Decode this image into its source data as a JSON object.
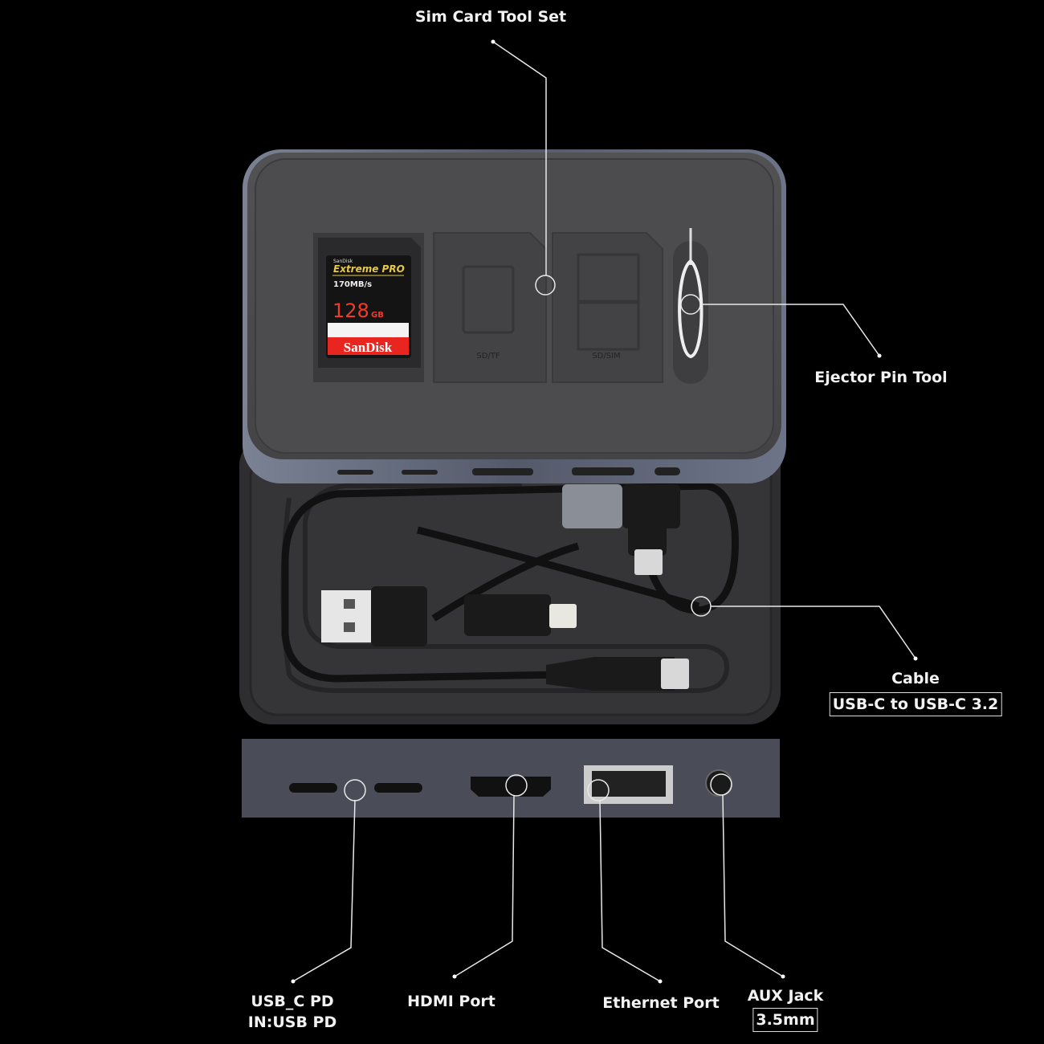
{
  "callouts": {
    "sim_tool": {
      "label": "Sim Card Tool Set"
    },
    "ejector": {
      "label": "Ejector Pin Tool"
    },
    "cable": {
      "label": "Cable",
      "spec": "USB-C to USB-C 3.2"
    },
    "usbc": {
      "line1": "USB_C PD",
      "line2": "IN:USB PD"
    },
    "hdmi": {
      "label": "HDMI Port"
    },
    "ethernet": {
      "label": "Ethernet Port"
    },
    "aux": {
      "label": "AUX Jack",
      "spec": "3.5mm"
    }
  },
  "product": {
    "sd_card": {
      "brand_small": "SanDisk",
      "line": "Extreme PRO",
      "speed": "170MB/s",
      "capacity": "128",
      "unit": "GB",
      "brand": "SanDisk"
    },
    "slot1_label": "SD/TF",
    "slot2_label": "SD/SIM"
  },
  "colors": {
    "background": "#000000",
    "lid": "#4a4a4c",
    "frame": "#5e6578",
    "tray": "#2f2f31",
    "ports_strip": "#4a4d57",
    "sd_red": "#e8251f"
  }
}
